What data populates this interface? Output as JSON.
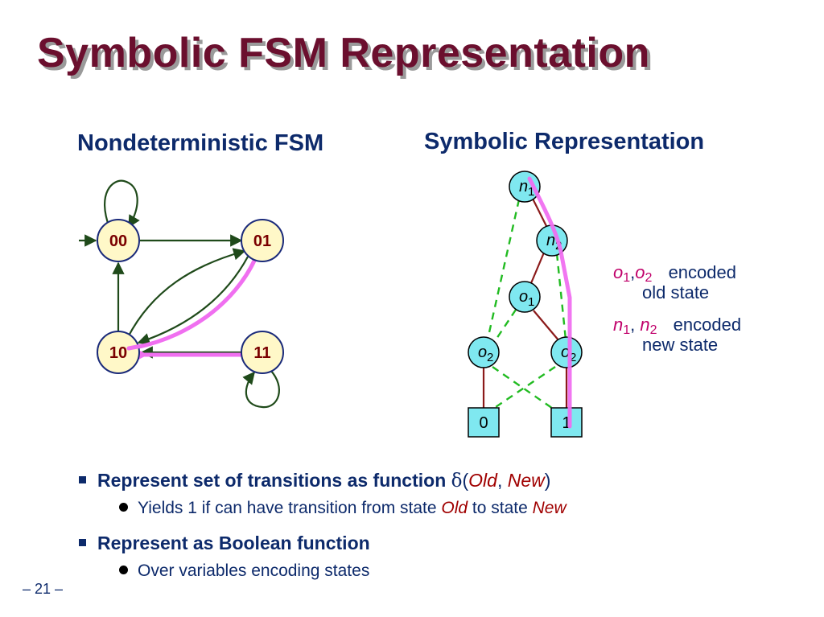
{
  "slide": {
    "title": "Symbolic FSM Representation",
    "left_subtitle": "Nondeterministic FSM",
    "right_subtitle": "Symbolic Representation",
    "page_number": "– 21 –"
  },
  "fsm": {
    "states": [
      "00",
      "01",
      "10",
      "11"
    ],
    "transitions": [
      {
        "from": "00",
        "to": "00"
      },
      {
        "from": "00",
        "to": "01"
      },
      {
        "from": "01",
        "to": "10"
      },
      {
        "from": "10",
        "to": "01"
      },
      {
        "from": "10",
        "to": "00"
      },
      {
        "from": "11",
        "to": "10"
      },
      {
        "from": "11",
        "to": "11"
      }
    ],
    "highlighted_transition": {
      "from": "01",
      "to": "10"
    },
    "colors": {
      "node_fill": "#fff8c8",
      "node_stroke": "#1a2a7a",
      "edge": "#1f4a1a",
      "highlight": "#f06ff0",
      "label": "#7a0000"
    }
  },
  "bdd": {
    "nodes": [
      {
        "var": "n",
        "sub": "1"
      },
      {
        "var": "n",
        "sub": "2"
      },
      {
        "var": "o",
        "sub": "1"
      },
      {
        "var": "o",
        "sub": "2"
      },
      {
        "var": "o",
        "sub": "2"
      }
    ],
    "terminals": [
      "0",
      "1"
    ],
    "colors": {
      "node_fill": "#7fe8f0",
      "solid_edge": "#8b1a1a",
      "dashed_edge": "#22bb22",
      "highlight": "#f06ff0"
    }
  },
  "legend": {
    "old_vars": {
      "v1": "o",
      "s1": "1",
      "sep": ",",
      "v2": "o",
      "s2": "2",
      "l1": "encoded",
      "l2": "old state"
    },
    "new_vars": {
      "v1": "n",
      "s1": "1",
      "sep": ", ",
      "v2": "n",
      "s2": "2",
      "l1": "encoded",
      "l2": "new state"
    }
  },
  "bullets": {
    "b1": {
      "text": "Represent set of transitions as function ",
      "delta": "δ",
      "open": "(",
      "old": "Old",
      "comma": ", ",
      "new": "New",
      "close": ")"
    },
    "b1_sub": {
      "pre": "Yields 1 if can have transition from state ",
      "old": "Old",
      "mid": " to state ",
      "new": "New"
    },
    "b2": {
      "text": "Represent as Boolean function"
    },
    "b2_sub": {
      "text": "Over variables encoding states"
    }
  }
}
